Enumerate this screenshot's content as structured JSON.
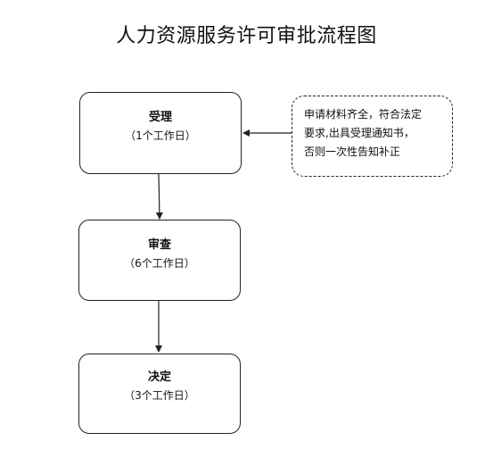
{
  "title": "人力资源服务许可审批流程图",
  "steps": [
    {
      "name": "受理",
      "duration": "（1个工作日）"
    },
    {
      "name": "审查",
      "duration": "（6个工作日）"
    },
    {
      "name": "决定",
      "duration": "（3个工作日）"
    }
  ],
  "note": {
    "lines": [
      "申请材料齐全，符合法定",
      "要求,出具受理通知书，",
      "否则一次性告知补正"
    ]
  },
  "colors": {
    "stroke": "#222222",
    "background": "#ffffff"
  }
}
